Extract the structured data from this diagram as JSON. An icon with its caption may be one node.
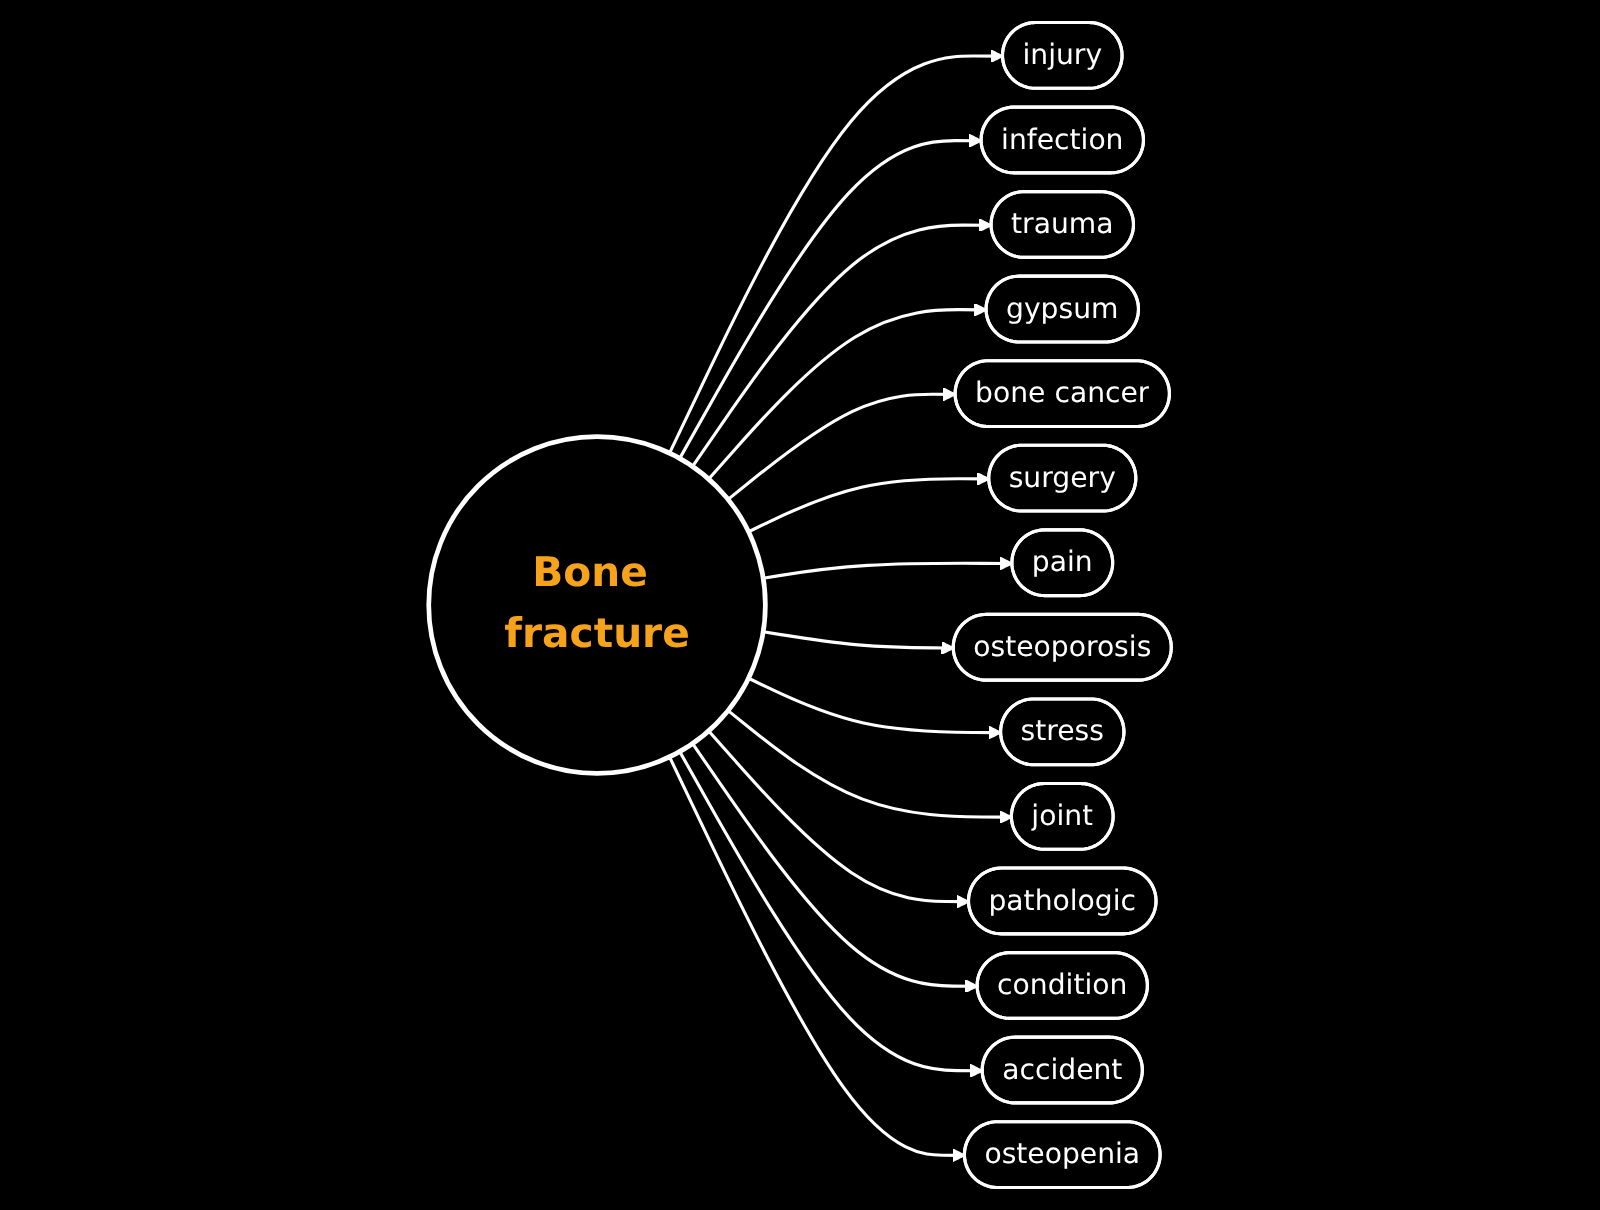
{
  "diagram": {
    "nodes": [
      {
        "text": [
          "Bone fracture"
        ]
      },
      {
        "text": [
          "injury"
        ]
      },
      {
        "text": [
          "infection"
        ]
      },
      {
        "text": [
          "trauma"
        ]
      },
      {
        "text": [
          "gypsum"
        ]
      },
      {
        "text": [
          "bone cancer"
        ]
      },
      {
        "text": [
          "surgery"
        ]
      },
      {
        "text": [
          "pain"
        ]
      },
      {
        "text": [
          "osteoporosis"
        ]
      },
      {
        "text": [
          "stress"
        ]
      },
      {
        "text": [
          "joint"
        ]
      },
      {
        "text": [
          "pathologic"
        ]
      },
      {
        "text": [
          "condition"
        ]
      },
      {
        "text": [
          "accident"
        ]
      },
      {
        "text": [
          "osteopenia"
        ]
      }
    ],
    "edges": [
      {
        "from": 0,
        "to": 1,
        "arrow": "to"
      },
      {
        "from": 0,
        "to": 2,
        "arrow": "to"
      },
      {
        "from": 0,
        "to": 3,
        "arrow": "to"
      },
      {
        "from": 0,
        "to": 4,
        "arrow": "to"
      },
      {
        "from": 0,
        "to": 5,
        "arrow": "to"
      },
      {
        "from": 0,
        "to": 6,
        "arrow": "to"
      },
      {
        "from": 0,
        "to": 7,
        "arrow": "to"
      },
      {
        "from": 0,
        "to": 8,
        "arrow": "to"
      },
      {
        "from": 0,
        "to": 9,
        "arrow": "to"
      },
      {
        "from": 0,
        "to": 10,
        "arrow": "to"
      },
      {
        "from": 0,
        "to": 11,
        "arrow": "to"
      },
      {
        "from": 0,
        "to": 12,
        "arrow": "to"
      },
      {
        "from": 0,
        "to": 13,
        "arrow": "to"
      },
      {
        "from": 0,
        "to": 14,
        "arrow": "to"
      }
    ]
  }
}
